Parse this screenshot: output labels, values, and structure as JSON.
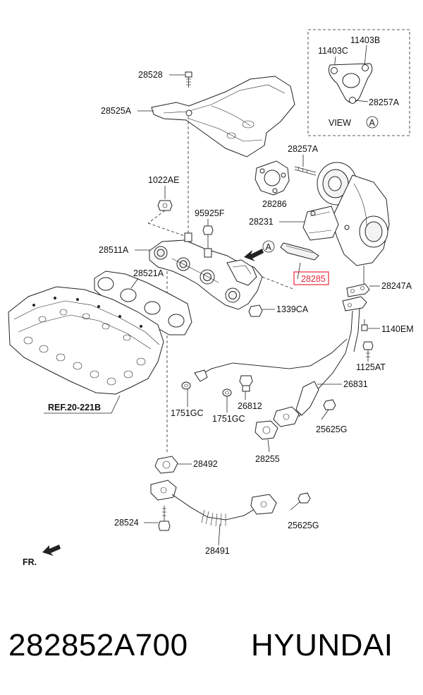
{
  "labels": {
    "p28528": "28528",
    "p28525A": "28525A",
    "p1022AE": "1022AE",
    "p95925F": "95925F",
    "p28511A": "28511A",
    "p28521A": "28521A",
    "p1339CA": "1339CA",
    "p28257A_top": "28257A",
    "p28286": "28286",
    "p28231": "28231",
    "p28285": "28285",
    "p28247A": "28247A",
    "p1140EM": "1140EM",
    "p1125AT": "1125AT",
    "p26831": "26831",
    "p1751GC_a": "1751GC",
    "p26812": "26812",
    "p1751GC_b": "1751GC",
    "p25625G_a": "25625G",
    "p28255": "28255",
    "p28492": "28492",
    "p28524": "28524",
    "p25625G_b": "25625G",
    "p28491": "28491",
    "ref": "REF.20-221B",
    "fr": "FR.",
    "callout_a": "A"
  },
  "view_box": {
    "p11403B": "11403B",
    "p11403C": "11403C",
    "p28257A": "28257A",
    "view_label": "VIEW",
    "view_letter": "A"
  },
  "footer": {
    "part_number": "282852A700",
    "brand": "HYUNDAI"
  },
  "colors": {
    "highlight": "#e8293b",
    "line": "#222222"
  }
}
